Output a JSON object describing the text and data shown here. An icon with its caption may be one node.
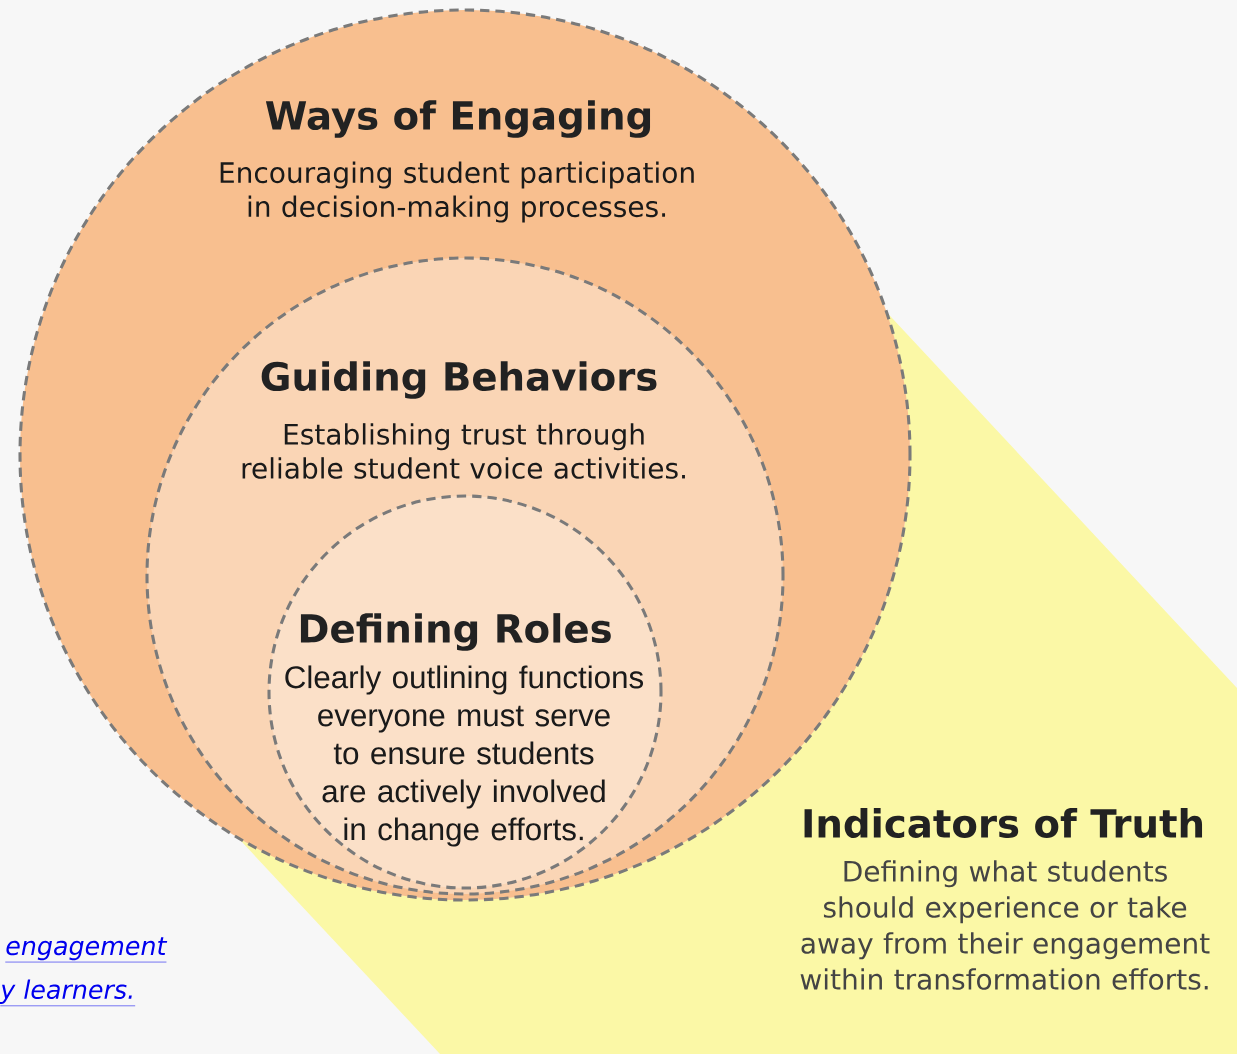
{
  "diagram": {
    "nodes": [
      {
        "text": [
          "Indicators of Truth",
          "Defining what students should experience or take away from their engagement within transformation efforts."
        ]
      },
      {
        "text": [
          "Ways of Engaging",
          "Encouraging student participation in decision-making processes."
        ]
      },
      {
        "text": [
          "Guiding Behaviors",
          "Establishing trust through reliable student voice activities."
        ],
        "in": 1
      },
      {
        "text": [
          "Defining Roles",
          "Clearly outlining functions everyone must serve  to ensure students are actively involved in change efforts."
        ],
        "in": 2
      }
    ],
    "labels": [
      "engagement",
      "y learners."
    ]
  }
}
